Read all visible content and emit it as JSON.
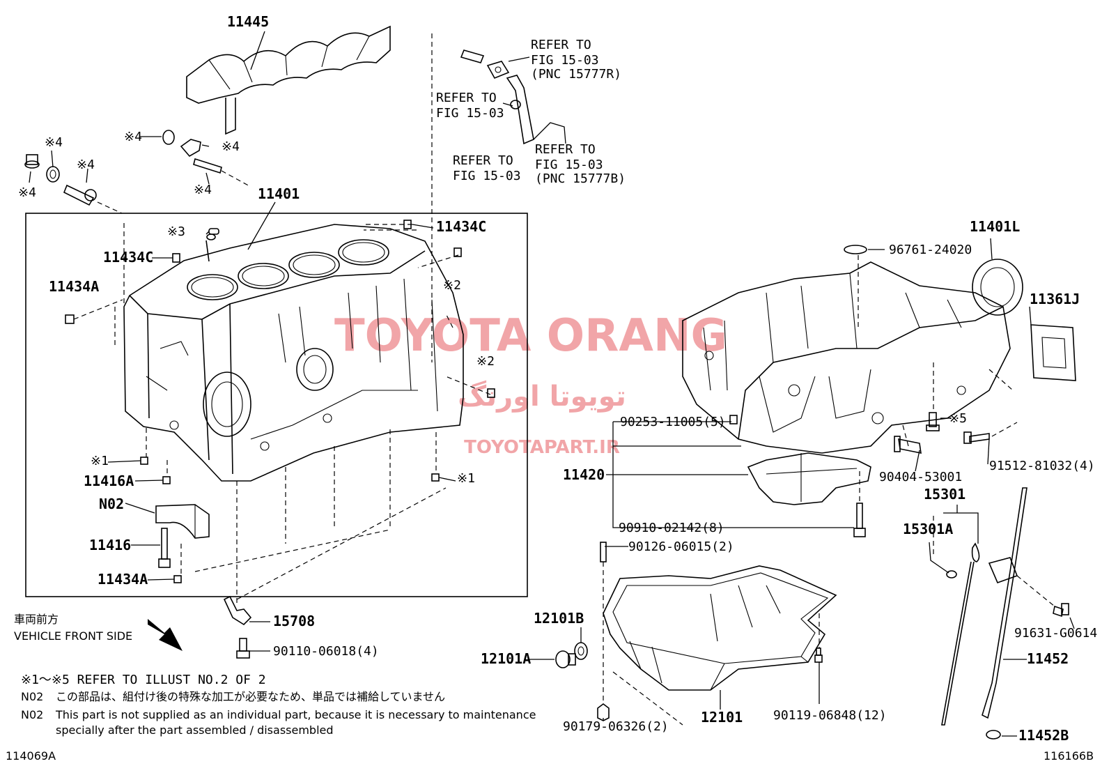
{
  "watermark": {
    "title": "TOYOTA ORANG",
    "farsi": "تویوتا اورنگ",
    "url": "TOYOTAPART.IR",
    "color": "#f1a5a8"
  },
  "labels": {
    "p11445": "11445",
    "p11401": "11401",
    "p11434C_top": "11434C",
    "p11434C_left": "11434C",
    "p11434A_left": "11434A",
    "p11416A": "11416A",
    "pN02": "N02",
    "p11416": "11416",
    "p11434A_bot": "11434A",
    "p15708": "15708",
    "p90110": "90110-06018(4)",
    "m4_a": "※4",
    "m4_b": "※4",
    "m4_c": "※4",
    "m4_d": "※4",
    "m4_e": "※4",
    "m4_f": "※4",
    "m3": "※3",
    "m2_a": "※2",
    "m2_b": "※2",
    "m1_a": "※1",
    "m1_b": "※1",
    "m5": "※5",
    "refer1_l1": "REFER TO",
    "refer1_l2": "FIG 15-03",
    "refer1_l3": "(PNC 15777R)",
    "refer2_l1": "REFER TO",
    "refer2_l2": "FIG 15-03",
    "refer3_l1": "REFER TO",
    "refer3_l2": "FIG 15-03",
    "refer4_l1": "REFER TO",
    "refer4_l2": "FIG 15-03",
    "refer4_l3": "(PNC 15777B)",
    "p96761": "96761-24020",
    "p11401L": "11401L",
    "p11361J": "11361J",
    "p90253": "90253-11005(5)",
    "p11420": "11420",
    "p90404": "90404-53001",
    "p91512": "91512-81032(4)",
    "p90910": "90910-02142(8)",
    "p15301": "15301",
    "p15301A": "15301A",
    "p90126": "90126-06015(2)",
    "p12101B": "12101B",
    "p12101A": "12101A",
    "p12101": "12101",
    "p90179": "90179-06326(2)",
    "p90119": "90119-06848(12)",
    "p91631": "91631-G0614",
    "p11452": "11452",
    "p11452B": "11452B"
  },
  "notes": {
    "front_jp": "車両前方",
    "front_en": "VEHICLE FRONT SIDE",
    "refer_line": "※1～※5 REFER TO ILLUST NO.2 OF 2",
    "n02_jp_code": "N02",
    "n02_jp_text": "この部品は、組付け後の特殊な加工が必要なため、単品では補給していません",
    "n02_en_code": "N02",
    "n02_en_line1": "This part is not supplied as an individual part, because it is necessary to maintenance",
    "n02_en_line2": "specially after the part assembled / disassembled",
    "code_left": "114069A",
    "code_right": "116166B"
  }
}
